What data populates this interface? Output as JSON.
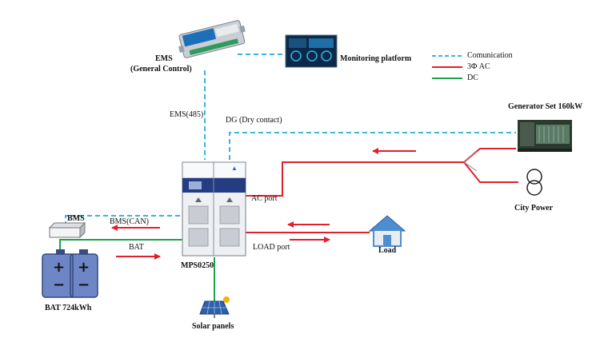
{
  "legend": {
    "items": [
      {
        "label": "Comunication",
        "color": "#3ab4e6",
        "style": "dashed"
      },
      {
        "label": "3Φ AC",
        "color": "#e0202a",
        "style": "solid"
      },
      {
        "label": "DC",
        "color": "#1aa34a",
        "style": "solid"
      }
    ]
  },
  "nodes": {
    "ems": {
      "line1": "EMS",
      "line2": "(General Control)"
    },
    "monitoring": {
      "label": "Monitoring platform"
    },
    "generator": {
      "label": "Generator Set 160kW"
    },
    "city_power": {
      "label": "City Power"
    },
    "load": {
      "label": "Load"
    },
    "mps": {
      "label": "MPS0250",
      "logo": "▲"
    },
    "bms": {
      "label": "BMS"
    },
    "battery": {
      "label": "BAT 724kWh"
    },
    "solar": {
      "label": "Solar panels"
    }
  },
  "links": {
    "ems485": "EMS(485)",
    "dg": "DG (Dry contact)",
    "ac_port": "AC port",
    "load_port": "LOAD port",
    "bms_can": "BMS(CAN)",
    "bat": "BAT"
  },
  "battery_terminals": {
    "plus": "+",
    "minus": "−"
  },
  "colors": {
    "comm": "#3ab4e6",
    "ac": "#e0202a",
    "dc": "#1aa34a"
  }
}
